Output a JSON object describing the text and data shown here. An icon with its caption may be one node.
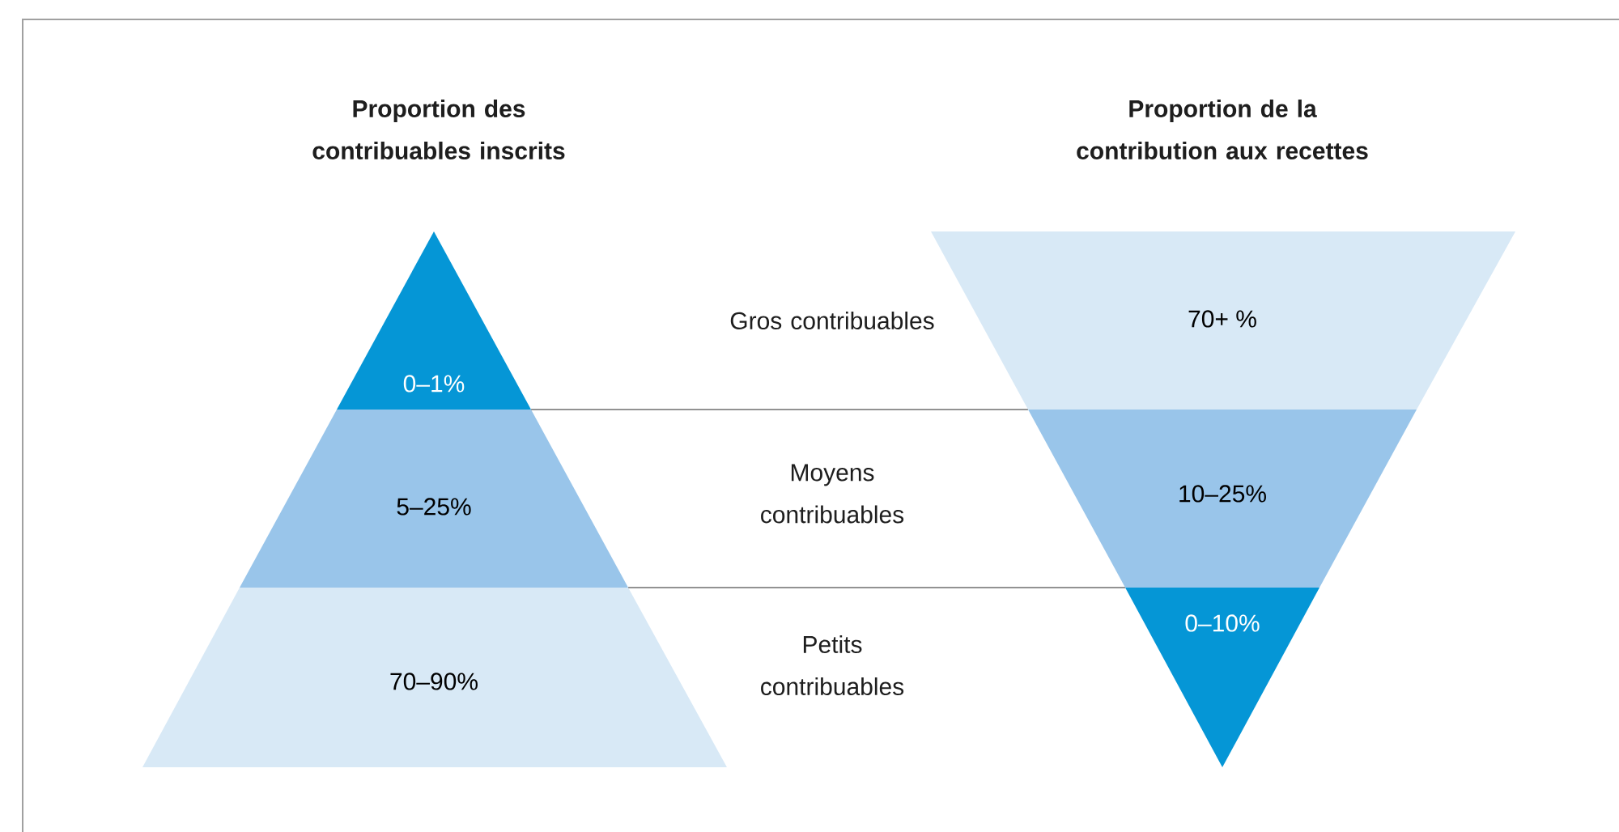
{
  "diagram": {
    "nodes": [
      {
        "text": [
          "0–1%"
        ]
      },
      {
        "text": [
          "5–25%"
        ]
      },
      {
        "text": [
          "70–90%"
        ]
      },
      {
        "text": [
          "70+ %"
        ]
      },
      {
        "text": [
          "10–25%"
        ]
      },
      {
        "text": [
          "0–10%"
        ]
      }
    ],
    "labels": [
      "Proportion des contribuables inscrits",
      "Proportion de la contribution aux recettes",
      "Gros contribuables",
      "Moyens contribuables",
      "Petits contribuables"
    ]
  }
}
